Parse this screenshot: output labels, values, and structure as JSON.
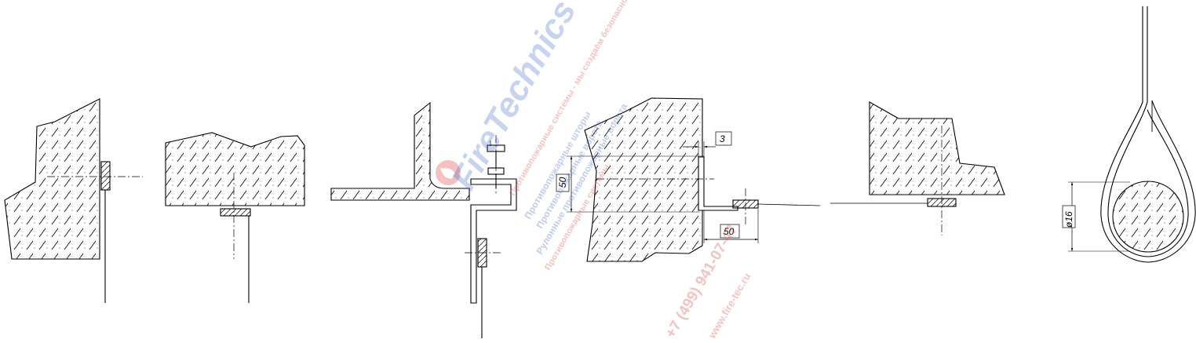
{
  "dimensions": {
    "gap": "3",
    "height_50": "50",
    "width_50": "50",
    "diameter": "ø16"
  },
  "watermark": {
    "brand": "FireTechnics",
    "brand_tagline": "Противопожарные системы - мы создаём безопасность",
    "line_1": "Противопожарные шторы",
    "line_2": "Противопожарные ворота",
    "line_3": "Рулонные противопожарные ворота",
    "line_4": "Противопожарные системы",
    "phone": "+7 (499) 941-07-47",
    "site": "www.fire-tec.ru"
  },
  "colors": {
    "line": "#000000",
    "watermark_blue": "#3b63c8",
    "watermark_red": "#e05050"
  },
  "icons": [
    "flame-logo-icon"
  ]
}
